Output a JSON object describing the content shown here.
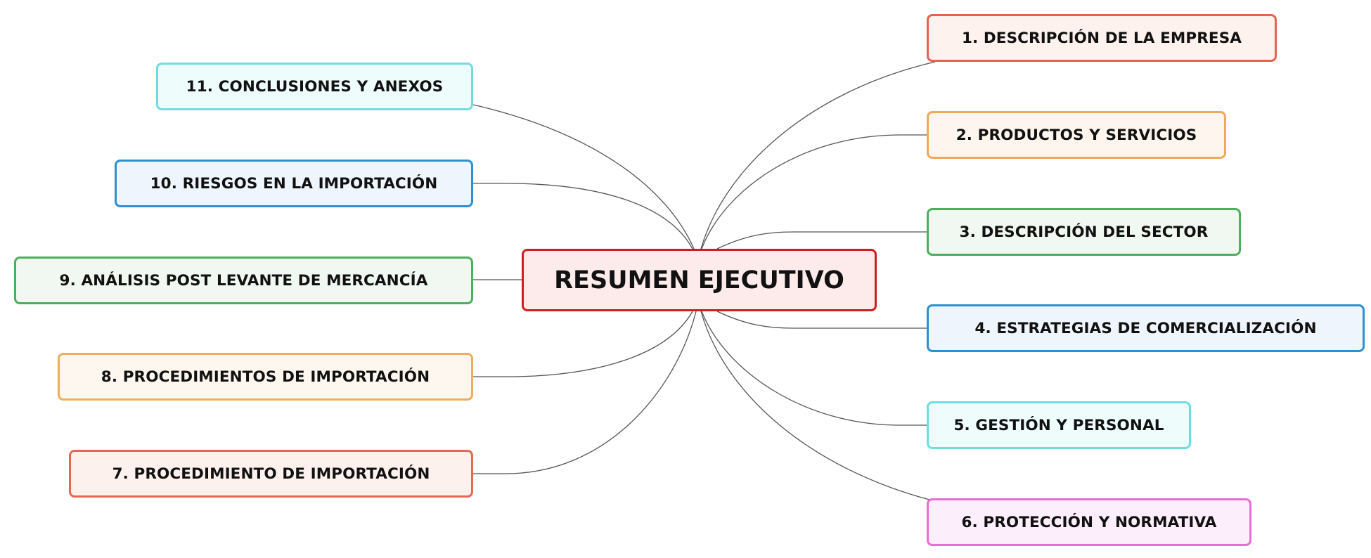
{
  "center": {
    "label": "RESUMEN EJECUTIVO",
    "border": "#cc1e1e",
    "fill": "#fdeaea"
  },
  "nodes": [
    {
      "id": "n1",
      "label": "1. DESCRIPCIÓN DE LA EMPRESA",
      "border": "#e8614f",
      "fill": "#fef2ee"
    },
    {
      "id": "n2",
      "label": "2. PRODUCTOS Y SERVICIOS",
      "border": "#f0a85a",
      "fill": "#fef6ee"
    },
    {
      "id": "n3",
      "label": "3. DESCRIPCIÓN DEL SECTOR",
      "border": "#4caf5c",
      "fill": "#f0f8f1"
    },
    {
      "id": "n4",
      "label": "4. ESTRATEGIAS DE COMERCIALIZACIÓN",
      "border": "#2e8fd1",
      "fill": "#eef5fc"
    },
    {
      "id": "n5",
      "label": "5. GESTIÓN Y PERSONAL",
      "border": "#6fdde0",
      "fill": "#effcfc"
    },
    {
      "id": "n6",
      "label": "6. PROTECCIÓN Y NORMATIVA",
      "border": "#e86ed6",
      "fill": "#fdeefb"
    },
    {
      "id": "n7",
      "label": "7. PROCEDIMIENTO DE IMPORTACIÓN",
      "border": "#e26a55",
      "fill": "#fdf1ee"
    },
    {
      "id": "n8",
      "label": "8. PROCEDIMIENTOS DE IMPORTACIÓN",
      "border": "#f0ad5d",
      "fill": "#fef7ef"
    },
    {
      "id": "n9",
      "label": "9. ANÁLISIS POST LEVANTE DE MERCANCÍA",
      "border": "#4caf5c",
      "fill": "#f1f8f2"
    },
    {
      "id": "n10",
      "label": "10. RIESGOS EN LA IMPORTACIÓN",
      "border": "#2e8fd1",
      "fill": "#eef5fc"
    },
    {
      "id": "n11",
      "label": "11. CONCLUSIONES Y ANEXOS",
      "border": "#6fdde0",
      "fill": "#effcfc"
    }
  ]
}
